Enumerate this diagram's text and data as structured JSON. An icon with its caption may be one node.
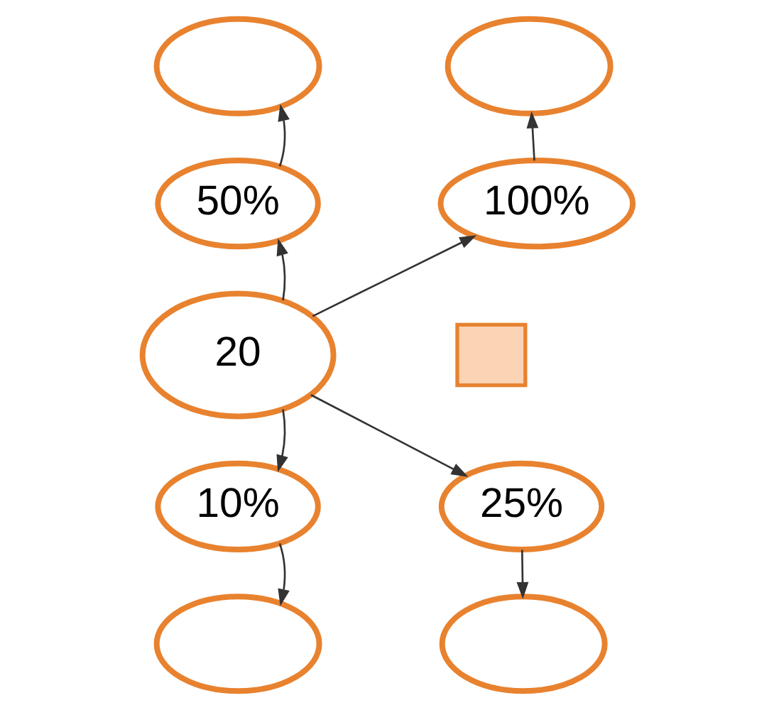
{
  "diagram": {
    "nodes": [
      {
        "text": [],
        "shape": "ellipse"
      },
      {
        "text": [],
        "shape": "ellipse"
      },
      {
        "text": [
          "50%"
        ]
      },
      {
        "text": [
          "100%"
        ]
      },
      {
        "text": [
          "20"
        ]
      },
      {
        "text": [],
        "shape": "box"
      },
      {
        "text": [
          "10%"
        ]
      },
      {
        "text": [
          "25%"
        ]
      },
      {
        "text": [],
        "shape": "ellipse"
      },
      {
        "text": [],
        "shape": "ellipse"
      }
    ],
    "edges": [
      {
        "from": 4,
        "to": 2,
        "arrow": "to"
      },
      {
        "from": 4,
        "to": 3,
        "arrow": "to"
      },
      {
        "from": 4,
        "to": 6,
        "arrow": "to"
      },
      {
        "from": 4,
        "to": 7,
        "arrow": "to"
      },
      {
        "from": 2,
        "to": 0,
        "arrow": "to"
      },
      {
        "from": 3,
        "to": 1,
        "arrow": "to"
      },
      {
        "from": 6,
        "to": 8,
        "arrow": "to"
      },
      {
        "from": 7,
        "to": 9,
        "arrow": "to"
      }
    ]
  }
}
